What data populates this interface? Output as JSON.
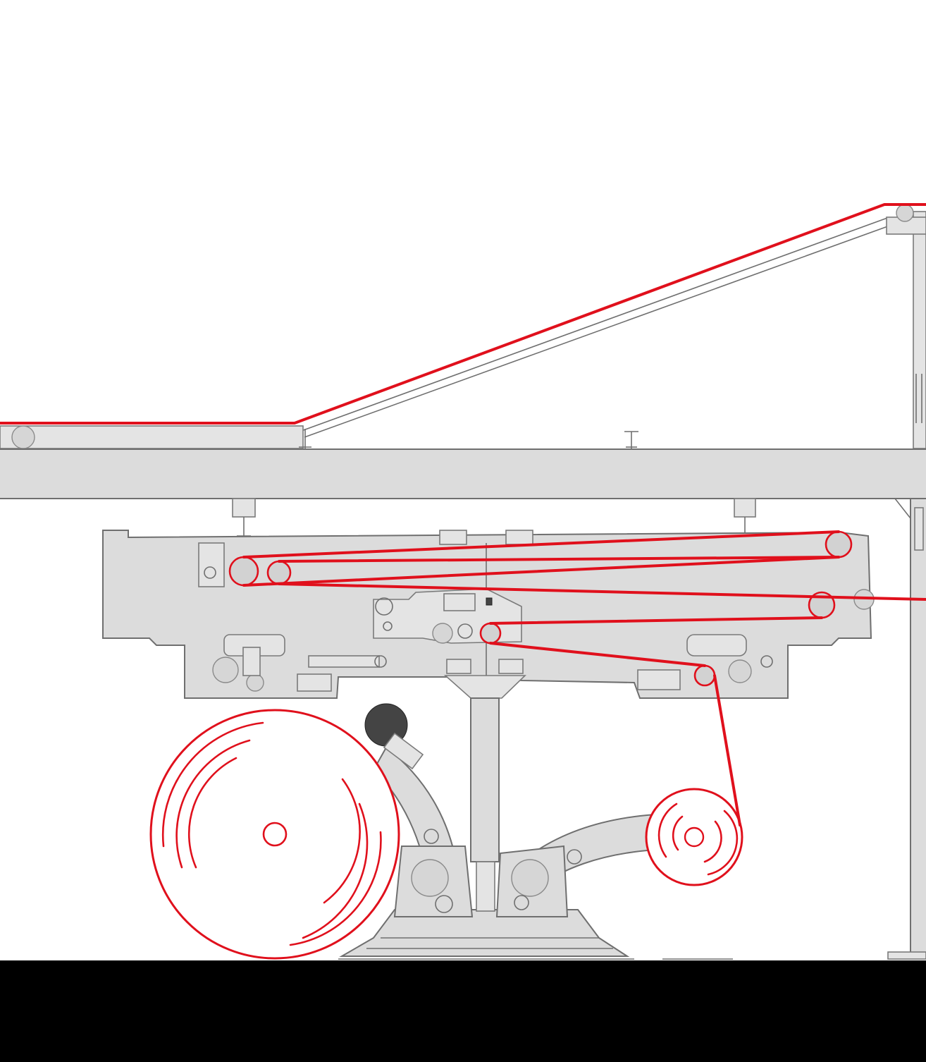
{
  "colors": {
    "web_path": "#e0101c",
    "frame": "#dcdcdc",
    "outline": "#6f6f6f",
    "floor": "#000000",
    "background": "#ffffff"
  },
  "components": [
    "upper-web-guide",
    "overhead-beam",
    "laminator-frame",
    "unwind-reel-large",
    "unwind-reel-small",
    "reel-stand",
    "floor"
  ]
}
